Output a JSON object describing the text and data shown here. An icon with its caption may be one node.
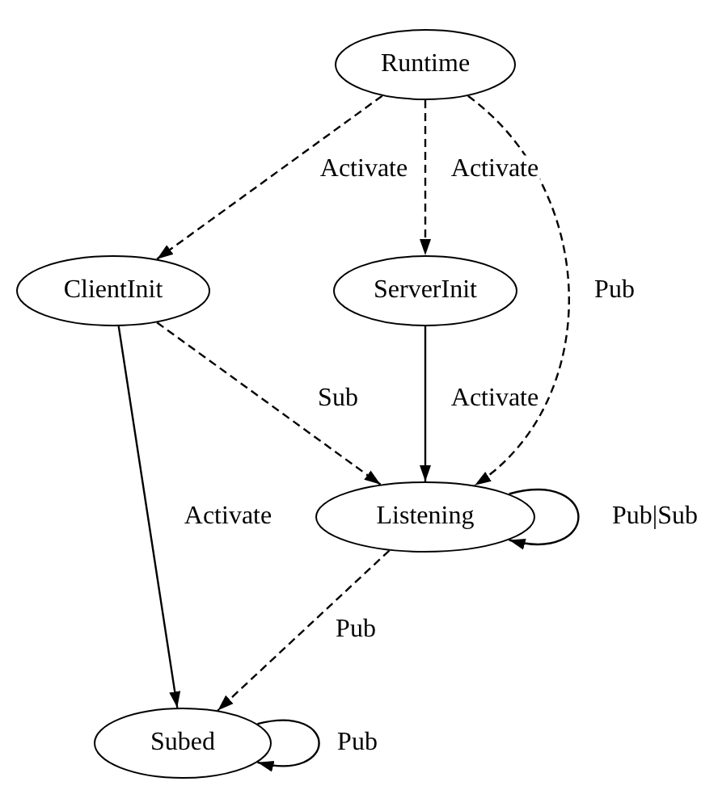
{
  "diagram": {
    "nodes": [
      {
        "text": [
          "Runtime"
        ]
      },
      {
        "text": [
          "ClientInit"
        ]
      },
      {
        "text": [
          "ServerInit"
        ]
      },
      {
        "text": [
          "Listening"
        ]
      },
      {
        "text": [
          "Subed"
        ]
      }
    ],
    "edges": [
      {
        "from": 0,
        "to": 1,
        "arrow": "to",
        "label": "Activate",
        "style": "dashed"
      },
      {
        "from": 0,
        "to": 2,
        "arrow": "to",
        "label": "Activate",
        "style": "dashed"
      },
      {
        "from": 0,
        "to": 3,
        "arrow": "to",
        "label": "Pub",
        "style": "dashed"
      },
      {
        "from": 1,
        "to": 3,
        "arrow": "to",
        "label": "Sub",
        "style": "dashed"
      },
      {
        "from": 2,
        "to": 3,
        "arrow": "to",
        "label": "Activate"
      },
      {
        "from": 3,
        "to": 3,
        "arrow": "to",
        "label": "Pub|Sub"
      },
      {
        "from": 1,
        "to": 4,
        "arrow": "to",
        "label": "Activate"
      },
      {
        "from": 3,
        "to": 4,
        "arrow": "to",
        "label": "Pub",
        "style": "dashed"
      },
      {
        "from": 4,
        "to": 4,
        "arrow": "to",
        "label": "Pub"
      }
    ]
  }
}
